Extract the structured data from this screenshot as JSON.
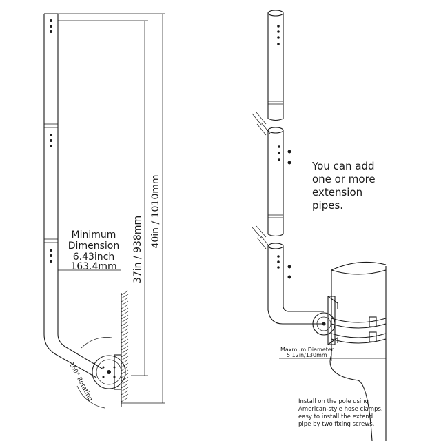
{
  "left_drawing": {
    "minimum_dimension": {
      "line1": "Minimum",
      "line2": "Dimension",
      "line3": "6.43inch",
      "line4": "163.4mm"
    },
    "dim_938": "37in / 938mm",
    "dim_1010": "40in / 1010mm",
    "rotating": "160° Rotating"
  },
  "right_drawing": {
    "extension_note": {
      "line1": "You can add",
      "line2": "one or more",
      "line3": "extension",
      "line4": "pipes."
    },
    "max_diameter": {
      "line1": "Maxmum Diameter",
      "line2": "5.12in/130mm"
    },
    "install_note": {
      "line1": "Install on the pole using",
      "line2": "American-style hose clamps.",
      "line3": "easy to install the extend",
      "line4": "pipe by two fixing screws."
    }
  },
  "icons": [
    "pipe-drawing",
    "wall-bracket",
    "pole-clamp",
    "fixing-screw"
  ]
}
